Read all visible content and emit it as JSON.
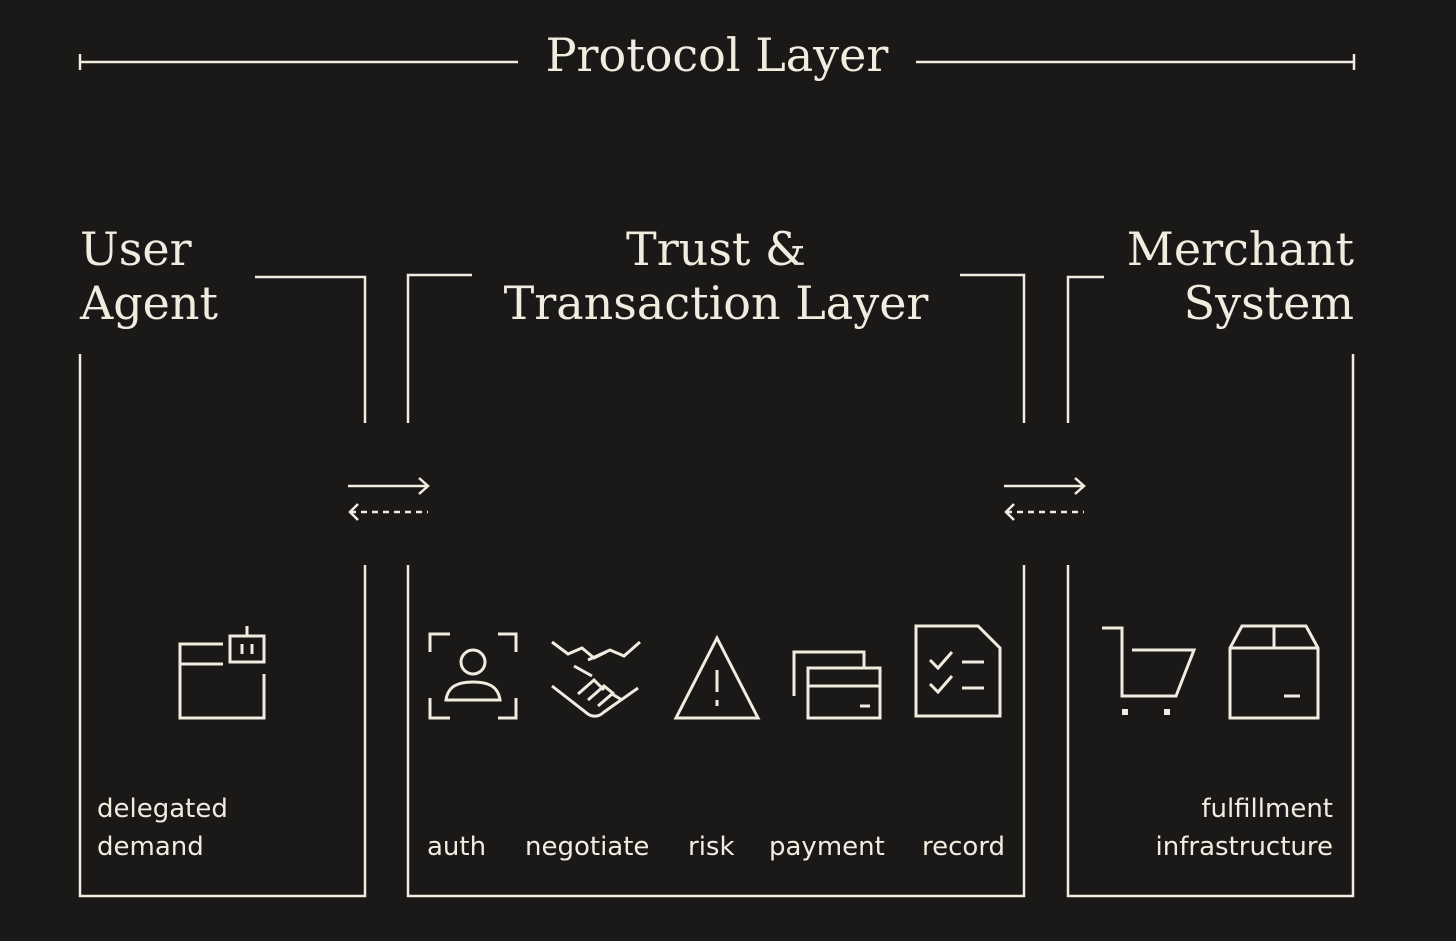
{
  "protocol": {
    "title": "Protocol Layer"
  },
  "user_agent": {
    "title_lines": [
      "User",
      "Agent"
    ],
    "caption_lines": [
      "delegated",
      "demand"
    ],
    "icon": "window-with-bot-icon"
  },
  "trust_layer": {
    "title_lines": [
      "Trust &",
      "Transaction Layer"
    ],
    "steps": [
      {
        "label": "auth",
        "icon": "face-scan-icon"
      },
      {
        "label": "negotiate",
        "icon": "handshake-icon"
      },
      {
        "label": "risk",
        "icon": "warning-triangle-icon"
      },
      {
        "label": "payment",
        "icon": "credit-cards-icon"
      },
      {
        "label": "record",
        "icon": "checklist-document-icon"
      }
    ]
  },
  "merchant": {
    "title_lines": [
      "Merchant",
      "System"
    ],
    "caption_lines": [
      "fulfillment",
      "infrastructure"
    ],
    "icons": [
      "shopping-cart-icon",
      "box-icon"
    ]
  },
  "connectors": [
    {
      "icon": "bidirectional-arrows-icon",
      "between": "User Agent / Trust & Transaction Layer"
    },
    {
      "icon": "bidirectional-arrows-icon",
      "between": "Trust & Transaction Layer / Merchant System"
    }
  ],
  "colors": {
    "background": "#1b1917",
    "foreground": "#f1ece0"
  }
}
